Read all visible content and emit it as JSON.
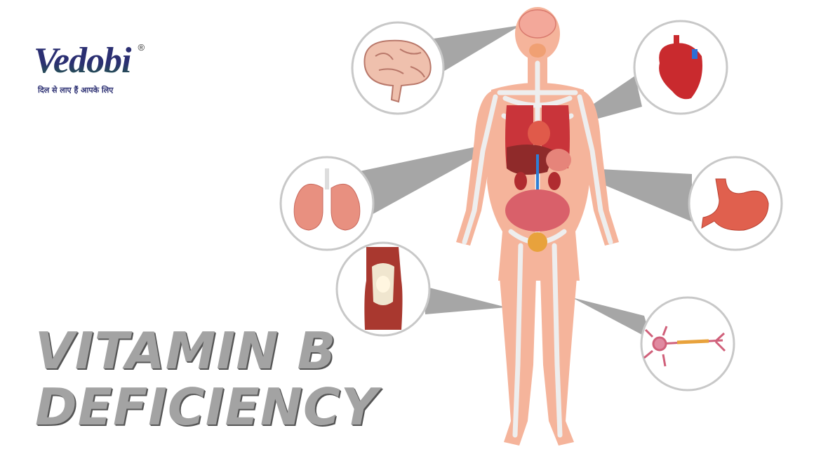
{
  "logo": {
    "brand": "Vedobi",
    "registered_mark": "®",
    "tagline": "दिल से लाए हैं आपके लिए"
  },
  "title": {
    "line1": "VITAMIN B",
    "line2": "DEFICIENCY"
  },
  "callouts": [
    {
      "organ": "brain"
    },
    {
      "organ": "heart"
    },
    {
      "organ": "lungs"
    },
    {
      "organ": "stomach"
    },
    {
      "organ": "knee"
    },
    {
      "organ": "neuron"
    }
  ],
  "colors": {
    "skin": "#f5b49b",
    "bone": "#eeeeee",
    "organ_red": "#c9343a",
    "callout_gray": "#a6a6a6",
    "circle_border": "#c8c8c8",
    "title_gray": "#a3a3a3",
    "logo_navy": "#2b2f72"
  }
}
